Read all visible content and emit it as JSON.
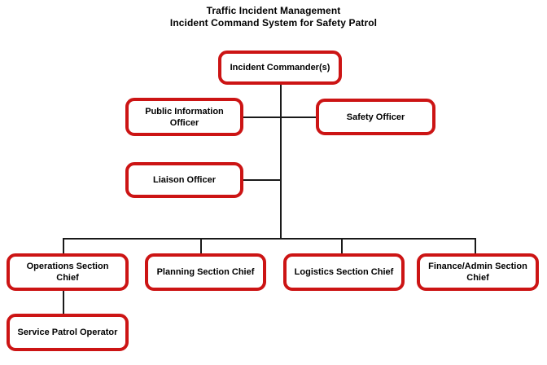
{
  "chart": {
    "type": "org-chart",
    "title_lines": [
      "Traffic Incident Management",
      "Incident Command System for Safety Patrol"
    ],
    "colors": {
      "node_border": "#cc1414",
      "node_fill": "#ffffff",
      "connector": "#1a1a1a",
      "text": "#000000",
      "background": "#ffffff"
    },
    "nodes": [
      {
        "id": "incident-commander",
        "label": "Incident Commander(s)",
        "level": 0
      },
      {
        "id": "public-information-officer",
        "label": "Public Information Officer",
        "level": 1
      },
      {
        "id": "safety-officer",
        "label": "Safety Officer",
        "level": 1
      },
      {
        "id": "liaison-officer",
        "label": "Liaison Officer",
        "level": 2
      },
      {
        "id": "operations-section-chief",
        "label": "Operations Section Chief",
        "level": 3
      },
      {
        "id": "planning-section-chief",
        "label": "Planning Section Chief",
        "level": 3
      },
      {
        "id": "logistics-section-chief",
        "label": "Logistics Section Chief",
        "level": 3
      },
      {
        "id": "finance-admin-section-chief",
        "label": "Finance/Admin Section Chief",
        "level": 3
      },
      {
        "id": "service-patrol-operator",
        "label": "Service Patrol Operator",
        "level": 4
      }
    ],
    "edges": [
      {
        "from": "incident-commander",
        "to": "public-information-officer"
      },
      {
        "from": "incident-commander",
        "to": "safety-officer"
      },
      {
        "from": "incident-commander",
        "to": "liaison-officer"
      },
      {
        "from": "incident-commander",
        "to": "operations-section-chief"
      },
      {
        "from": "incident-commander",
        "to": "planning-section-chief"
      },
      {
        "from": "incident-commander",
        "to": "logistics-section-chief"
      },
      {
        "from": "incident-commander",
        "to": "finance-admin-section-chief"
      },
      {
        "from": "operations-section-chief",
        "to": "service-patrol-operator"
      }
    ]
  }
}
